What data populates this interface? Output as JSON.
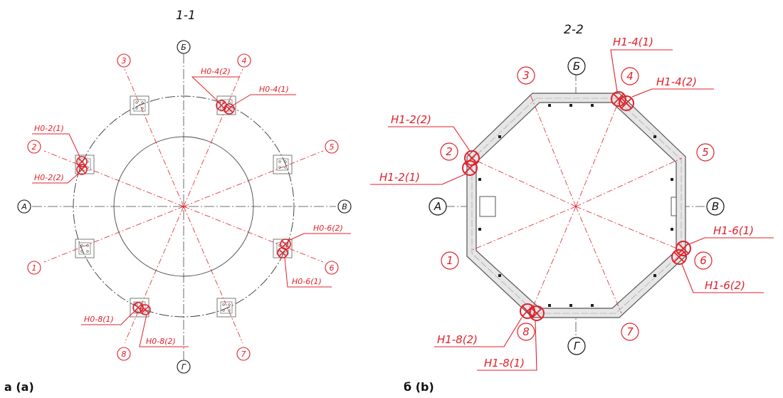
{
  "panel_a": {
    "section_title": "1-1",
    "caption": "a (a)",
    "axes": {
      "top": "Б",
      "bottom": "Г",
      "left": "А",
      "right": "В"
    },
    "nodes": [
      "1",
      "2",
      "3",
      "4",
      "5",
      "6",
      "7",
      "8"
    ],
    "sensors": [
      "H0-2(1)",
      "H0-2(2)",
      "H0-4(2)",
      "H0-4(1)",
      "H0-6(2)",
      "H0-6(1)",
      "H0-8(1)",
      "H0-8(2)"
    ]
  },
  "panel_b": {
    "section_title": "2-2",
    "caption": "б (b)",
    "axes": {
      "top": "Б",
      "bottom": "Г",
      "left": "А",
      "right": "В"
    },
    "nodes": [
      "1",
      "2",
      "3",
      "4",
      "5",
      "6",
      "7",
      "8"
    ],
    "sensors": [
      "H1-2(2)",
      "H1-2(1)",
      "H1-4(1)",
      "H1-4(2)",
      "H1-6(1)",
      "H1-6(2)",
      "H1-8(2)",
      "H1-8(1)"
    ]
  },
  "colors": {
    "annotation": "#e0202a",
    "line": "#333333"
  }
}
